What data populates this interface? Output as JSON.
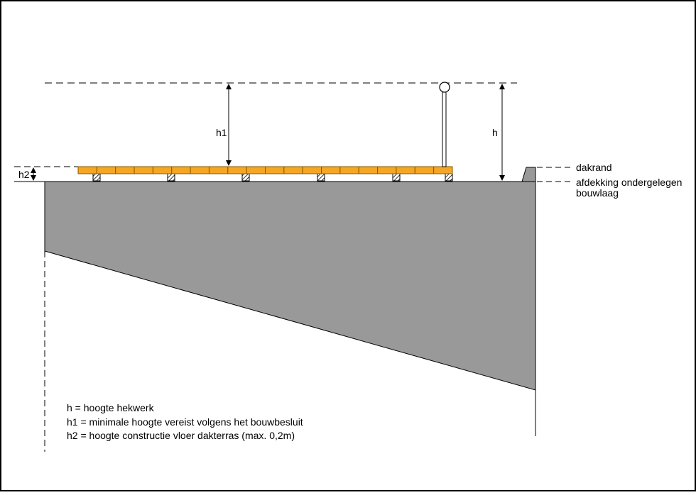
{
  "colors": {
    "frame": "#000000",
    "background": "#ffffff",
    "roof_body": "#999999",
    "deck_board": "#f5a623",
    "deck_outline": "#8a5a00",
    "line": "#000000"
  },
  "dimensions": {
    "h": "h",
    "h1": "h1",
    "h2": "h2"
  },
  "labels": {
    "roof_edge": "dakrand",
    "underlying_cover_line1": "afdekking ondergelegen",
    "underlying_cover_line2": "bouwlaag"
  },
  "legend": [
    "h = hoogte hekwerk",
    "h1 = minimale hoogte vereist volgens het bouwbesluit",
    "h2 = hoogte constructie vloer dakterras (max. 0,2m)"
  ],
  "icons": {
    "railing_post": "railing-post-icon",
    "hatched_support": "hatched-support-icon"
  }
}
